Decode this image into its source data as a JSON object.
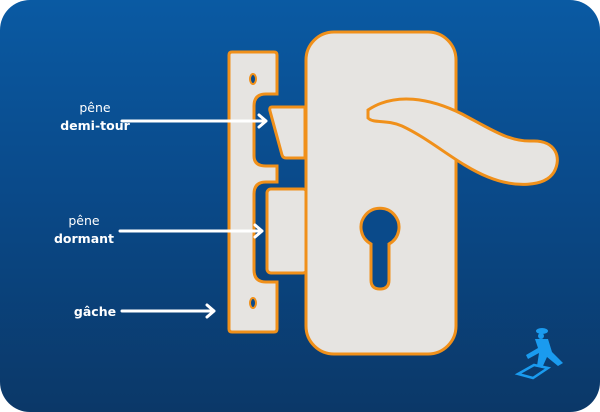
{
  "labels": {
    "latch": {
      "line1": "pêne",
      "line2": "demi-tour"
    },
    "deadbolt": {
      "line1": "pêne",
      "line2": "dormant"
    },
    "strike": {
      "line1": "gâche"
    }
  },
  "colors": {
    "outline": "#f0901a",
    "metal": "#e6e4e1",
    "background_top": "#0a5aa3",
    "background_bottom": "#0b3868",
    "logo": "#1a9bef"
  },
  "logo": {
    "icon": "running-worker-phone-logo"
  }
}
